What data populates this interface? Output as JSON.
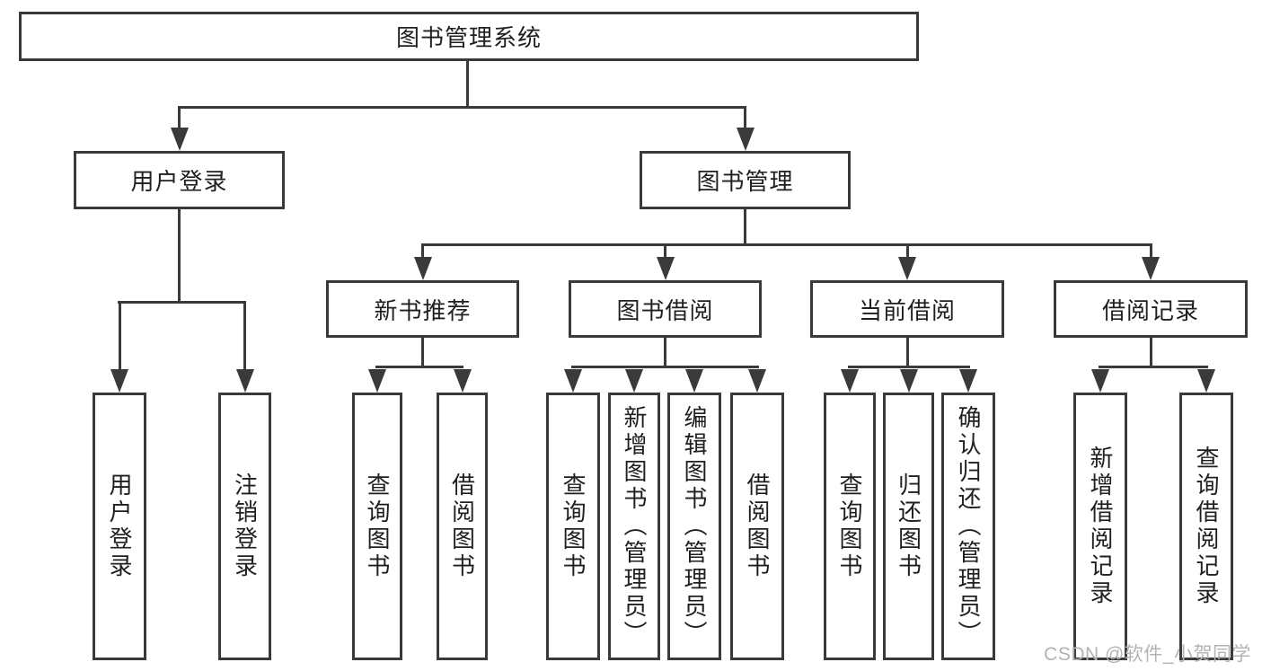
{
  "tree": {
    "label": "图书管理系统",
    "children": [
      {
        "label": "用户登录",
        "children": [
          {
            "label": "用户登录"
          },
          {
            "label": "注销登录"
          }
        ]
      },
      {
        "label": "图书管理",
        "children": [
          {
            "label": "新书推荐",
            "children": [
              {
                "label": "查询图书"
              },
              {
                "label": "借阅图书"
              }
            ]
          },
          {
            "label": "图书借阅",
            "children": [
              {
                "label": "查询图书"
              },
              {
                "label": "新增图书（管理员）"
              },
              {
                "label": "编辑图书（管理员）"
              },
              {
                "label": "借阅图书"
              }
            ]
          },
          {
            "label": "当前借阅",
            "children": [
              {
                "label": "查询图书"
              },
              {
                "label": "归还图书"
              },
              {
                "label": "确认归还（管理员）"
              }
            ]
          },
          {
            "label": "借阅记录",
            "children": [
              {
                "label": "新增借阅记录"
              },
              {
                "label": "查询借阅记录"
              }
            ]
          }
        ]
      }
    ]
  },
  "watermark": {
    "text": "CSDN @软件_小贺同学"
  },
  "colors": {
    "line": "#3a3a3a",
    "box_background": "#ffffff",
    "text": "#1f1f1f",
    "watermark": "#b3b3b3"
  }
}
